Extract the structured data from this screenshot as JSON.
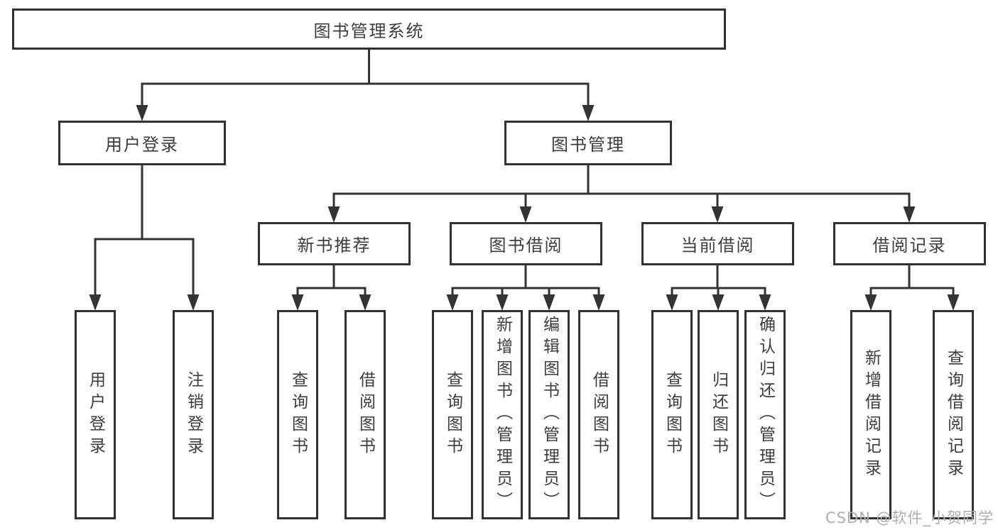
{
  "nodes": {
    "root": "图书管理系统",
    "user_login": "用户登录",
    "book_mgmt": "图书管理",
    "new_book": "新书推荐",
    "book_borrow": "图书借阅",
    "current_borrow": "当前借阅",
    "borrow_records": "借阅记录"
  },
  "leaves": {
    "user_login": [
      "用户登录",
      "注销登录"
    ],
    "new_book": [
      "查询图书",
      "借阅图书"
    ],
    "book_borrow": [
      "查询图书",
      "新增图书（管理员）",
      "编辑图书（管理员）",
      "借阅图书"
    ],
    "current_borrow": [
      "查询图书",
      "归还图书",
      "确认归还（管理员）"
    ],
    "borrow_records": [
      "新增借阅记录",
      "查询借阅记录"
    ]
  },
  "watermark": "CSDN @软件_小贺同学",
  "colors": {
    "line": "#333333",
    "box_border": "#323232",
    "text": "#3d3d3d",
    "watermark": "#aeaeae",
    "background": "#ffffff"
  }
}
